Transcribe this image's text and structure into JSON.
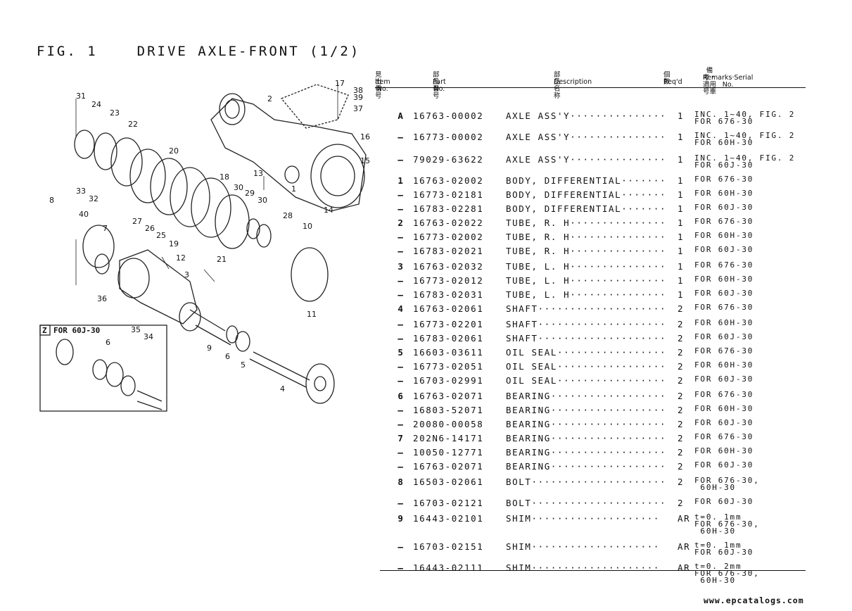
{
  "figure": {
    "number": "FIG. 1",
    "name": "DRIVE AXLE-FRONT (1/2)",
    "inset_label": "Z",
    "inset_text": "FOR 60J-30",
    "callouts": [
      "1",
      "2",
      "3",
      "4",
      "5",
      "6",
      "7",
      "8",
      "9",
      "10",
      "11",
      "12",
      "13",
      "14",
      "15",
      "16",
      "17",
      "18",
      "19",
      "20",
      "21",
      "22",
      "23",
      "24",
      "25",
      "26",
      "27",
      "28",
      "29",
      "30",
      "31",
      "32",
      "33",
      "34",
      "35",
      "36",
      "37",
      "38",
      "39",
      "40"
    ]
  },
  "headers": {
    "item": {
      "jp": "見出番号",
      "en": "Item No."
    },
    "part": {
      "jp": "部品番号",
      "en": "Part No."
    },
    "desc": {
      "jp": "部品名称",
      "en": "Description"
    },
    "req": {
      "jp": "個数",
      "en": "Req'd"
    },
    "remarks": {
      "jp": "備考・適用号車",
      "en": "Remarks·Serial No."
    }
  },
  "rows": [
    {
      "item": "A",
      "part": "16763-00002",
      "desc": "AXLE ASS'Y···············",
      "req": "1",
      "remarks": "INC. 1~40, FIG. 2\nFOR 676-30"
    },
    {
      "item": "–",
      "part": "16773-00002",
      "desc": "AXLE ASS'Y···············",
      "req": "1",
      "remarks": "INC. 1~40, FIG. 2\nFOR 60H-30"
    },
    {
      "item": "–",
      "part": "79029-63622",
      "desc": "AXLE ASS'Y···············",
      "req": "1",
      "remarks": "INC. 1~40, FIG. 2\nFOR 60J-30"
    },
    {
      "item": "1",
      "part": "16763-02002",
      "desc": "BODY, DIFFERENTIAL·······",
      "req": "1",
      "remarks": "FOR 676-30"
    },
    {
      "item": "–",
      "part": "16773-02181",
      "desc": "BODY, DIFFERENTIAL·······",
      "req": "1",
      "remarks": "FOR 60H-30"
    },
    {
      "item": "–",
      "part": "16783-02281",
      "desc": "BODY, DIFFERENTIAL·······",
      "req": "1",
      "remarks": "FOR 60J-30"
    },
    {
      "item": "2",
      "part": "16763-02022",
      "desc": "TUBE, R. H···············",
      "req": "1",
      "remarks": "FOR 676-30"
    },
    {
      "item": "–",
      "part": "16773-02002",
      "desc": "TUBE, R. H···············",
      "req": "1",
      "remarks": "FOR 60H-30"
    },
    {
      "item": "–",
      "part": "16783-02021",
      "desc": "TUBE, R. H···············",
      "req": "1",
      "remarks": "FOR 60J-30"
    },
    {
      "item": "3",
      "part": "16763-02032",
      "desc": "TUBE, L. H···············",
      "req": "1",
      "remarks": "FOR 676-30"
    },
    {
      "item": "–",
      "part": "16773-02012",
      "desc": "TUBE, L. H···············",
      "req": "1",
      "remarks": "FOR 60H-30"
    },
    {
      "item": "–",
      "part": "16783-02031",
      "desc": "TUBE, L. H···············",
      "req": "1",
      "remarks": "FOR 60J-30"
    },
    {
      "item": "4",
      "part": "16763-02061",
      "desc": "SHAFT····················",
      "req": "2",
      "remarks": "FOR 676-30"
    },
    {
      "item": "–",
      "part": "16773-02201",
      "desc": "SHAFT····················",
      "req": "2",
      "remarks": "FOR 60H-30"
    },
    {
      "item": "–",
      "part": "16783-02061",
      "desc": "SHAFT····················",
      "req": "2",
      "remarks": "FOR 60J-30"
    },
    {
      "item": "5",
      "part": "16603-03611",
      "desc": "OIL SEAL·················",
      "req": "2",
      "remarks": "FOR 676-30"
    },
    {
      "item": "–",
      "part": "16773-02051",
      "desc": "OIL SEAL·················",
      "req": "2",
      "remarks": "FOR 60H-30"
    },
    {
      "item": "–",
      "part": "16703-02991",
      "desc": "OIL SEAL·················",
      "req": "2",
      "remarks": "FOR 60J-30"
    },
    {
      "item": "6",
      "part": "16763-02071",
      "desc": "BEARING··················",
      "req": "2",
      "remarks": "FOR 676-30"
    },
    {
      "item": "–",
      "part": "16803-52071",
      "desc": "BEARING··················",
      "req": "2",
      "remarks": "FOR 60H-30"
    },
    {
      "item": "–",
      "part": "20080-00058",
      "desc": "BEARING··················",
      "req": "2",
      "remarks": "FOR 60J-30"
    },
    {
      "item": "7",
      "part": "202N6-14171",
      "desc": "BEARING··················",
      "req": "2",
      "remarks": "FOR 676-30"
    },
    {
      "item": "–",
      "part": "10050-12771",
      "desc": "BEARING··················",
      "req": "2",
      "remarks": "FOR 60H-30"
    },
    {
      "item": "–",
      "part": "16763-02071",
      "desc": "BEARING··················",
      "req": "2",
      "remarks": "FOR 60J-30"
    },
    {
      "item": "8",
      "part": "16503-02061",
      "desc": "BOLT·····················",
      "req": "2",
      "remarks": "FOR 676-30,\n 60H-30"
    },
    {
      "item": "–",
      "part": "16703-02121",
      "desc": "BOLT·····················",
      "req": "2",
      "remarks": "FOR 60J-30"
    },
    {
      "item": "9",
      "part": "16443-02101",
      "desc": "SHIM····················",
      "req": "AR",
      "remarks": "t=0. 1mm\nFOR 676-30,\n 60H-30"
    },
    {
      "item": "–",
      "part": "16703-02151",
      "desc": "SHIM····················",
      "req": "AR",
      "remarks": "t=0. 1mm\nFOR 60J-30"
    },
    {
      "item": "–",
      "part": "16443-02111",
      "desc": "SHIM····················",
      "req": "AR",
      "remarks": "t=0. 2mm\nFOR 676-30,\n 60H-30"
    }
  ],
  "watermark": "www.epcatalogs.com"
}
